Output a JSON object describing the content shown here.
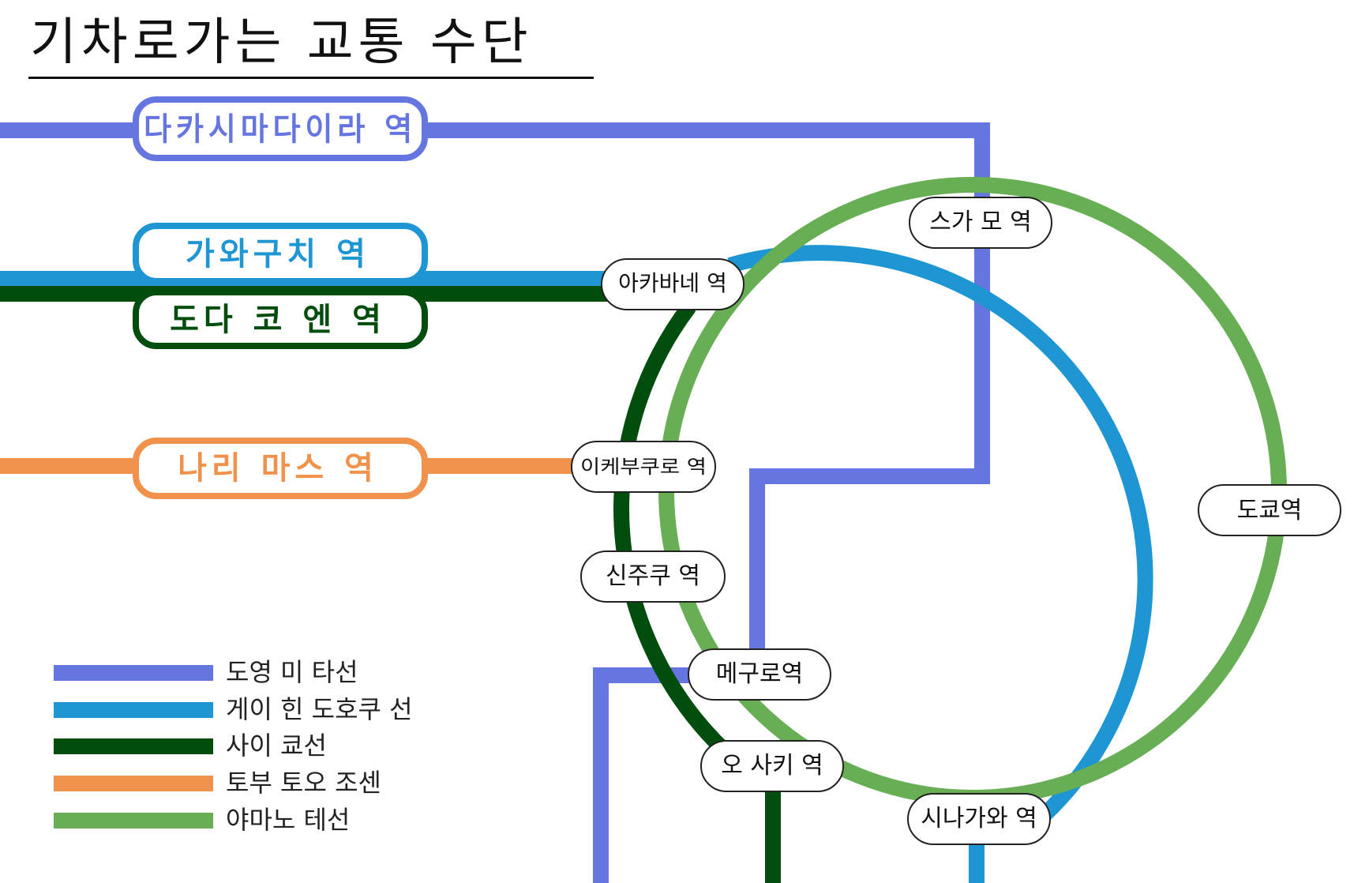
{
  "title": "기차로가는 교통 수단",
  "colors": {
    "toei_mita": "#6676e0",
    "keihin_tohoku": "#1e96d4",
    "saikyo": "#004d0d",
    "tobu_tojo": "#f0924b",
    "yamanote": "#67ae55"
  },
  "terminals": {
    "takashimadaira": "다카시마다이라 역",
    "kawaguchi": "가와구치 역",
    "todakoen": "도다 코 엔 역",
    "narimasu": "나리 마스 역"
  },
  "stations": {
    "sugamo": "스가 모 역",
    "akabane": "아카바네 역",
    "ikebukuro": "이케부쿠로 역",
    "shinjuku": "신주쿠 역",
    "meguro": "메구로역",
    "osaki": "오 사키 역",
    "shinagawa": "시나가와 역",
    "tokyo": "도쿄역"
  },
  "legend": [
    {
      "label": "도영 미 타선",
      "color": "#6676e0"
    },
    {
      "label": "게이 힌 도호쿠 선",
      "color": "#1e96d4"
    },
    {
      "label": "사이 쿄선",
      "color": "#004d0d"
    },
    {
      "label": "토부 토오 조센",
      "color": "#f0924b"
    },
    {
      "label": "야마노 테선",
      "color": "#67ae55"
    }
  ]
}
